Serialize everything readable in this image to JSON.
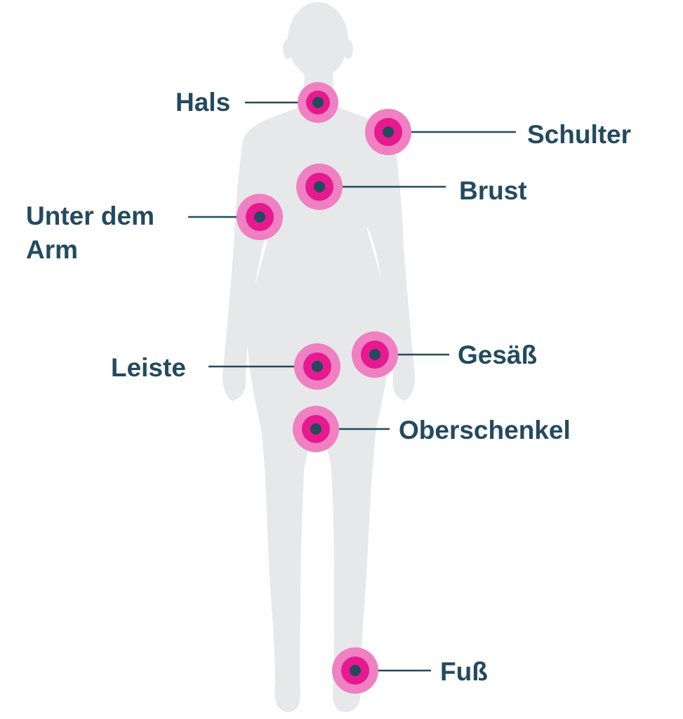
{
  "colors": {
    "body": "#e6e8ea",
    "label": "#234a5e",
    "ring_outer": "#ef80c2",
    "ring_inner": "#e6198f",
    "center_dot": "#234a5e"
  },
  "markers": [
    {
      "id": "hals",
      "label_lines": [
        "Hals"
      ]
    },
    {
      "id": "schulter",
      "label_lines": [
        "Schulter"
      ]
    },
    {
      "id": "brust",
      "label_lines": [
        "Brust"
      ]
    },
    {
      "id": "unter-dem-arm",
      "label_lines": [
        "Unter dem",
        "Arm"
      ]
    },
    {
      "id": "gesaess",
      "label_lines": [
        "Gesäß"
      ]
    },
    {
      "id": "leiste",
      "label_lines": [
        "Leiste"
      ]
    },
    {
      "id": "oberschenkel",
      "label_lines": [
        "Oberschenkel"
      ]
    },
    {
      "id": "fuss",
      "label_lines": [
        "Fuß"
      ]
    }
  ]
}
